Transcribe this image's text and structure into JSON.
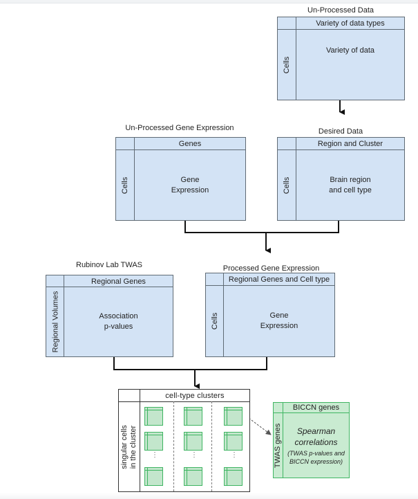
{
  "diagram": {
    "unprocessed_data": {
      "title": "Un-Processed Data",
      "column_header": "Variety of data types",
      "row_header": "Cells",
      "content": "Variety of data"
    },
    "unprocessed_gene_expression": {
      "title": "Un-Processed Gene Expression",
      "column_header": "Genes",
      "row_header": "Cells",
      "content": "Gene\nExpression"
    },
    "desired_data": {
      "title": "Desired Data",
      "column_header": "Region and Cluster",
      "row_header": "Cells",
      "content": "Brain region\nand cell type"
    },
    "rubinov_twas": {
      "title": "Rubinov Lab TWAS",
      "column_header": "Regional Genes",
      "row_header": "Regional Volumes",
      "content": "Association\np-values"
    },
    "processed_gene_expression": {
      "title": "Processed Gene Expression",
      "column_header": "Regional Genes and Cell type",
      "row_header": "Cells",
      "content": "Gene\nExpression"
    },
    "clusters": {
      "column_header": "cell-type clusters",
      "row_header": "singular cells\nin the cluster",
      "ellipsis": "⋮"
    },
    "biccn": {
      "column_header": "BICCN genes",
      "row_header": "TWAS genes",
      "content": "Spearman correlations",
      "subcontent": "(TWAS p-values and BICCN expression)"
    },
    "colors": {
      "table_fill": "#d3e3f5",
      "table_border": "#5f6a74",
      "green_fill": "#c9ebd1",
      "green_border": "#3fb562",
      "arrow": "#111111"
    }
  }
}
